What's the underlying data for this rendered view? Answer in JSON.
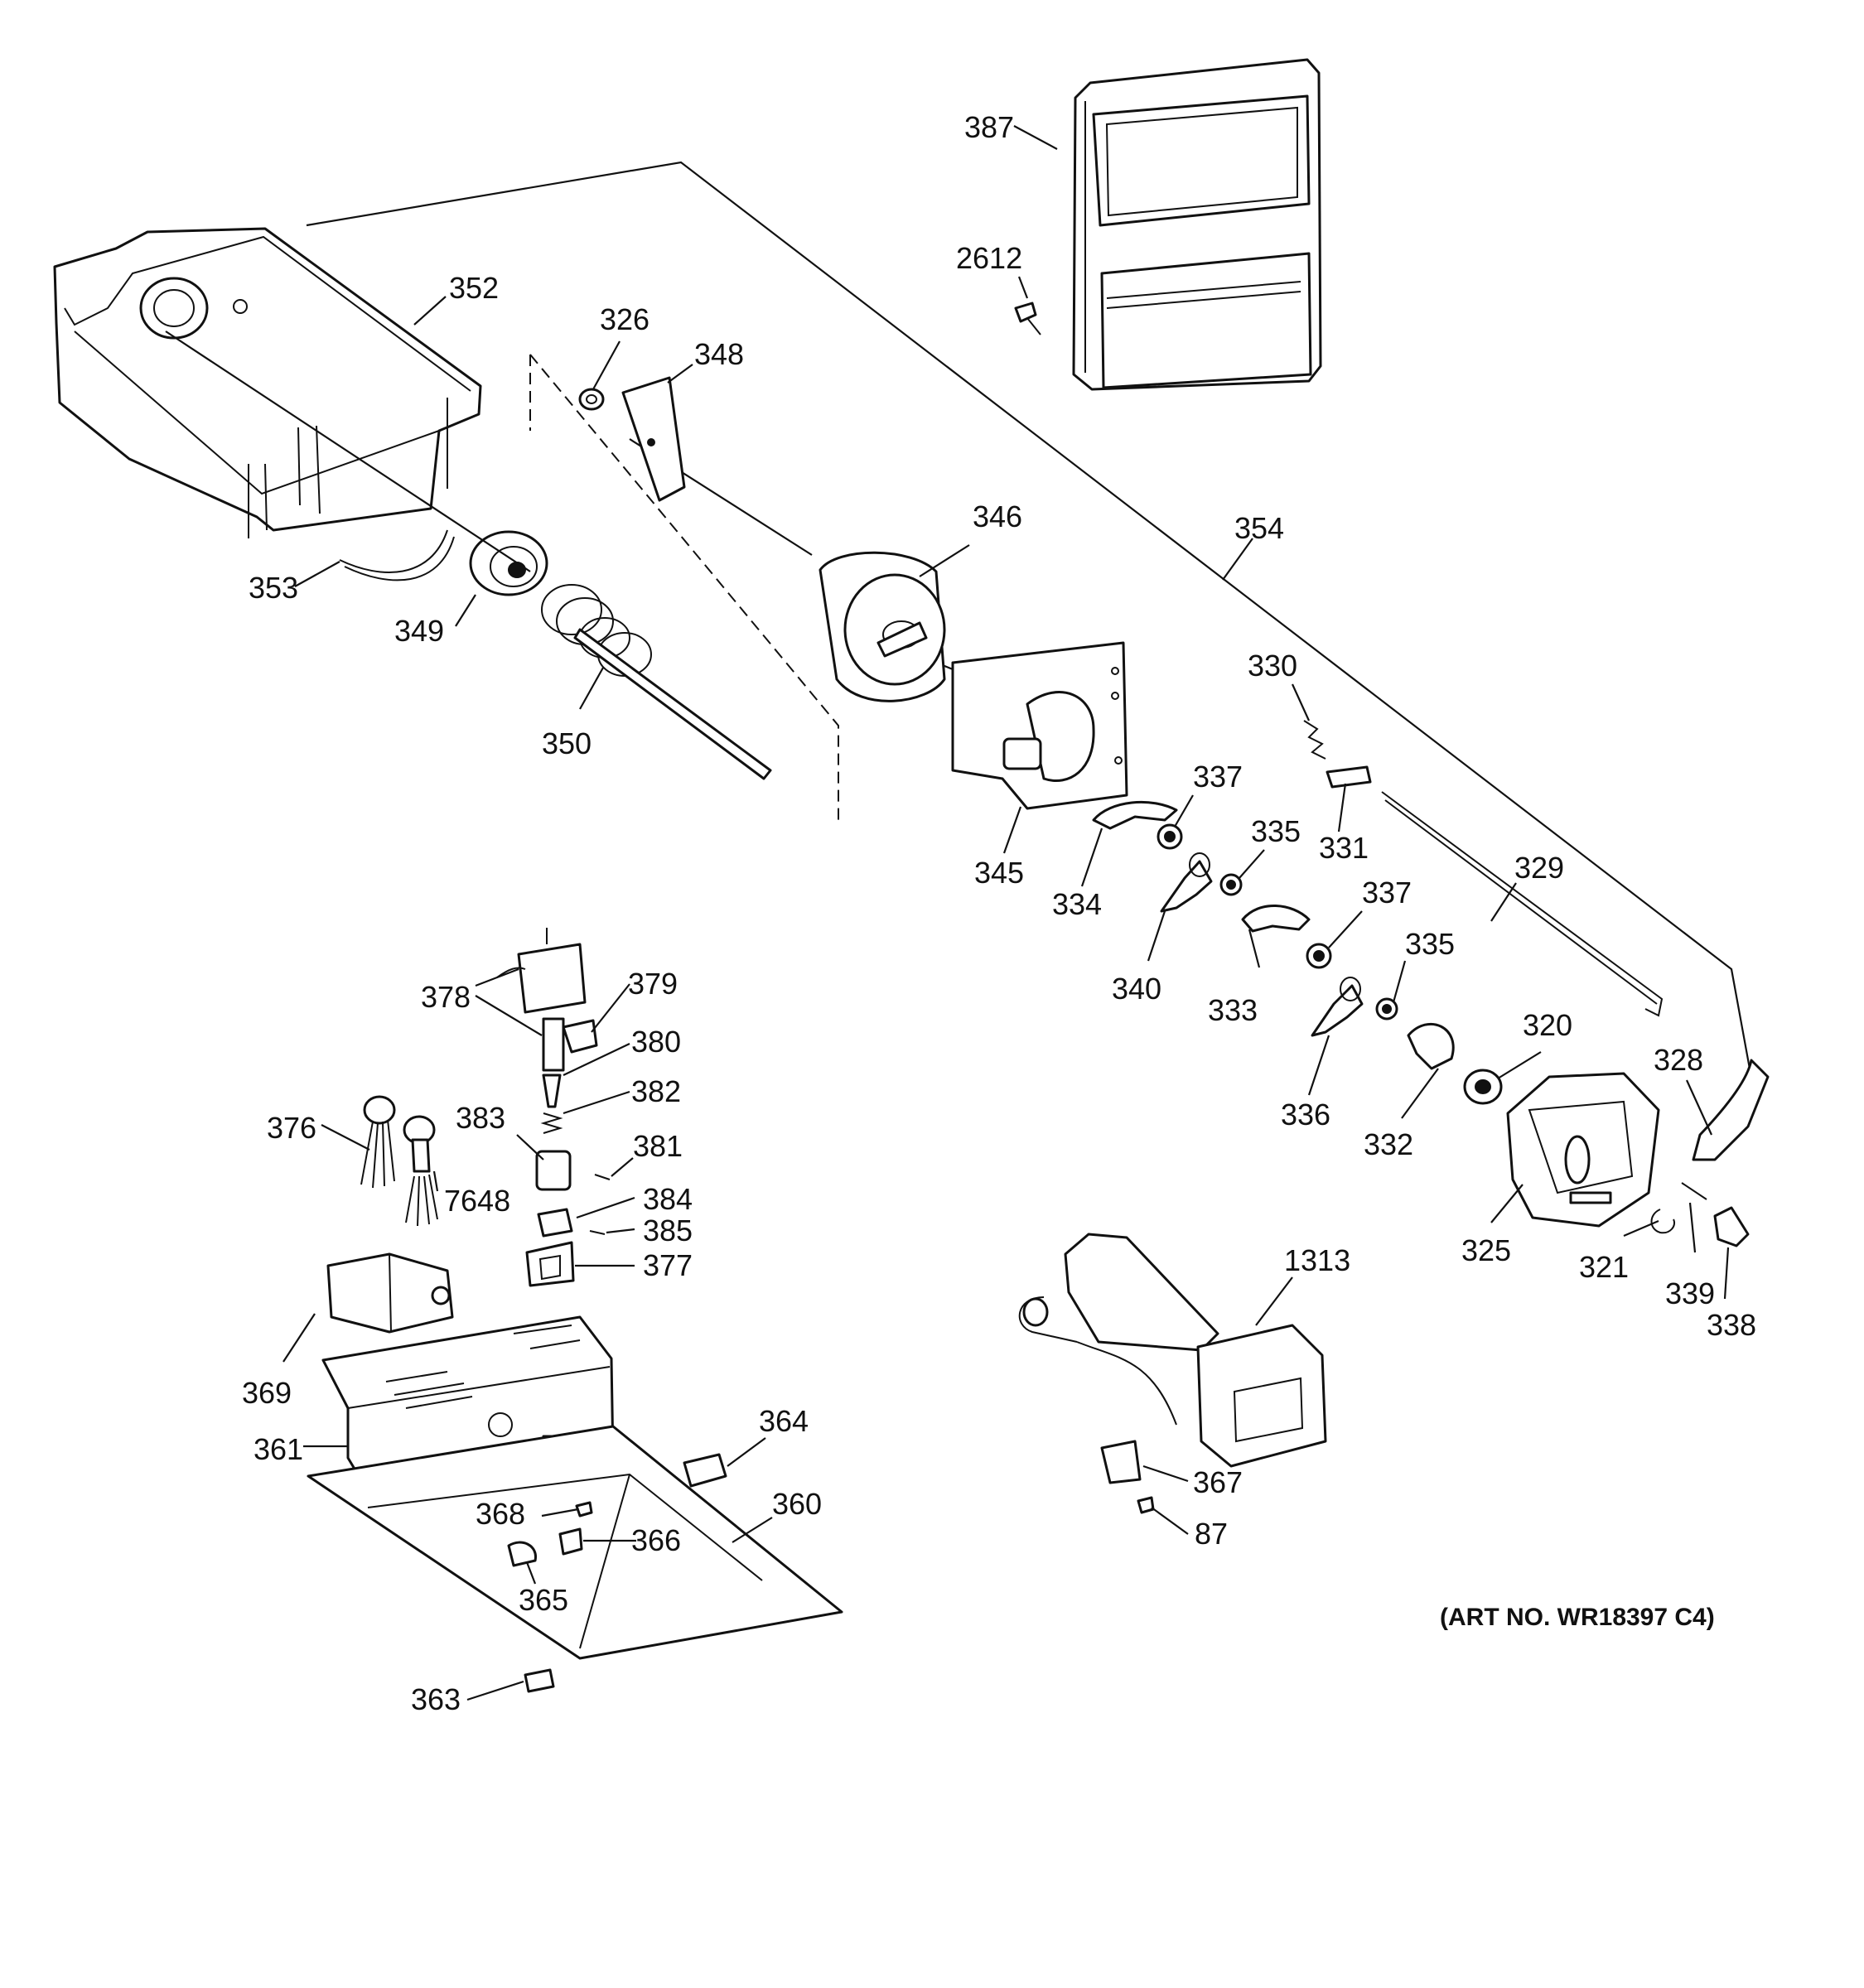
{
  "diagram": {
    "art_number": "(ART NO. WR18397 C4)",
    "parts": [
      {
        "id": "387",
        "label": "387"
      },
      {
        "id": "2612",
        "label": "2612"
      },
      {
        "id": "352",
        "label": "352"
      },
      {
        "id": "326",
        "label": "326"
      },
      {
        "id": "348",
        "label": "348"
      },
      {
        "id": "346",
        "label": "346"
      },
      {
        "id": "354",
        "label": "354"
      },
      {
        "id": "353",
        "label": "353"
      },
      {
        "id": "349",
        "label": "349"
      },
      {
        "id": "350",
        "label": "350"
      },
      {
        "id": "330",
        "label": "330"
      },
      {
        "id": "337a",
        "label": "337"
      },
      {
        "id": "331",
        "label": "331"
      },
      {
        "id": "335a",
        "label": "335"
      },
      {
        "id": "329",
        "label": "329"
      },
      {
        "id": "345",
        "label": "345"
      },
      {
        "id": "334",
        "label": "334"
      },
      {
        "id": "337b",
        "label": "337"
      },
      {
        "id": "335b",
        "label": "335"
      },
      {
        "id": "340",
        "label": "340"
      },
      {
        "id": "333",
        "label": "333"
      },
      {
        "id": "320",
        "label": "320"
      },
      {
        "id": "328",
        "label": "328"
      },
      {
        "id": "336",
        "label": "336"
      },
      {
        "id": "332",
        "label": "332"
      },
      {
        "id": "325",
        "label": "325"
      },
      {
        "id": "321",
        "label": "321"
      },
      {
        "id": "339",
        "label": "339"
      },
      {
        "id": "338",
        "label": "338"
      },
      {
        "id": "378",
        "label": "378"
      },
      {
        "id": "379",
        "label": "379"
      },
      {
        "id": "380",
        "label": "380"
      },
      {
        "id": "382",
        "label": "382"
      },
      {
        "id": "376",
        "label": "376"
      },
      {
        "id": "383",
        "label": "383"
      },
      {
        "id": "381",
        "label": "381"
      },
      {
        "id": "7648",
        "label": "7648"
      },
      {
        "id": "384",
        "label": "384"
      },
      {
        "id": "385",
        "label": "385"
      },
      {
        "id": "377",
        "label": "377"
      },
      {
        "id": "369",
        "label": "369"
      },
      {
        "id": "1313",
        "label": "1313"
      },
      {
        "id": "361",
        "label": "361"
      },
      {
        "id": "364",
        "label": "364"
      },
      {
        "id": "367",
        "label": "367"
      },
      {
        "id": "87",
        "label": "87"
      },
      {
        "id": "360",
        "label": "360"
      },
      {
        "id": "368",
        "label": "368"
      },
      {
        "id": "366",
        "label": "366"
      },
      {
        "id": "365",
        "label": "365"
      },
      {
        "id": "363",
        "label": "363"
      }
    ]
  }
}
